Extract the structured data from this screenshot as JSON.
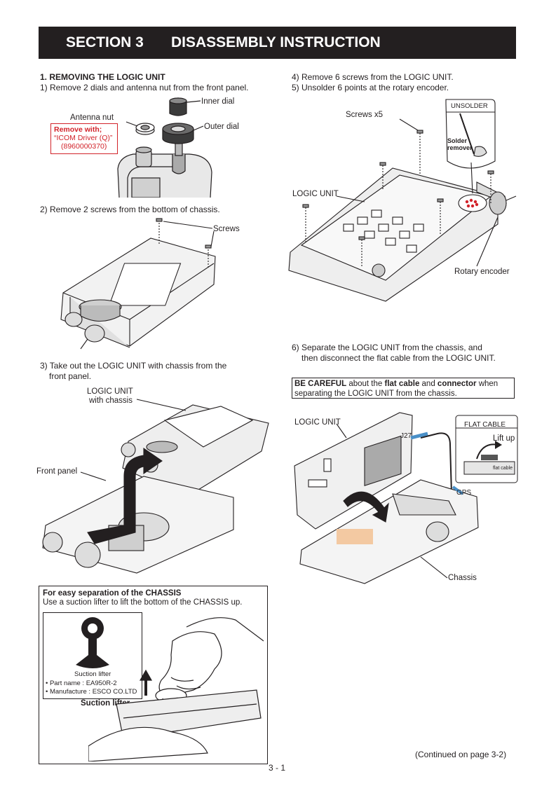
{
  "header": {
    "section": "SECTION 3",
    "title": "DISASSEMBLY INSTRUCTION"
  },
  "left": {
    "heading": "1. REMOVING THE LOGIC UNIT",
    "step1": "1) Remove 2 dials and antenna nut from the front panel.",
    "fig1": {
      "antenna_nut": "Antenna nut",
      "remove_with": "Remove with;",
      "tool": "“ICOM Driver (Q)”",
      "part": "(8960000370)",
      "inner_dial": "Inner dial",
      "outer_dial": "Outer dial"
    },
    "step2": "2) Remove 2 screws from the bottom of chassis.",
    "fig2": {
      "screws": "Screws"
    },
    "step3_line1": "3) Take out the LOGIC UNIT with chassis from the",
    "step3_line2": "front panel.",
    "fig3": {
      "logic_unit": "LOGIC UNIT",
      "with_chassis": "with chassis",
      "front_panel": "Front panel"
    },
    "tip": {
      "title": "For easy separation of the CHASSIS",
      "text": "Use a suction lifter to lift the bottom of the CHASSIS up.",
      "lifter_caption": "Suction lifter",
      "part_name": "• Part name    : EA950R-2",
      "manufacture": "• Manufacture : ESCO CO.LTD",
      "arrow_label": "Suction lifter"
    }
  },
  "right": {
    "step4": "4) Remove 6 screws from the LOGIC UNIT.",
    "step5": "5) Unsolder 6 points at the rotary encoder.",
    "fig4": {
      "screws": "Screws x5",
      "unsolder": "UNSOLDER",
      "solder_remover_1": "Solder",
      "solder_remover_2": "remover",
      "logic_unit": "LOGIC UNIT",
      "rotary_encoder": "Rotary encoder"
    },
    "step6_line1": "6) Separate the LOGIC UNIT from the chassis, and",
    "step6_line2": "then disconnect the flat cable from the LOGIC UNIT.",
    "caution": {
      "be_careful": "BE CAREFUL",
      "about_the": " about the ",
      "flat_cable": "flat cable",
      "and": " and ",
      "connector": "connector",
      "when": " when",
      "line2": "separating the LOGIC UNIT from the chassis."
    },
    "fig5": {
      "logic_unit": "LOGIC UNIT",
      "j27": "J27",
      "flat_cable": "FLAT CABLE",
      "lift_up": "Lift up",
      "flat_cable_small": "flat cable",
      "gps": "GPS",
      "chassis": "Chassis"
    },
    "continued": "(Continued on page 3-2)"
  },
  "footer": {
    "page": "3 - 1"
  }
}
